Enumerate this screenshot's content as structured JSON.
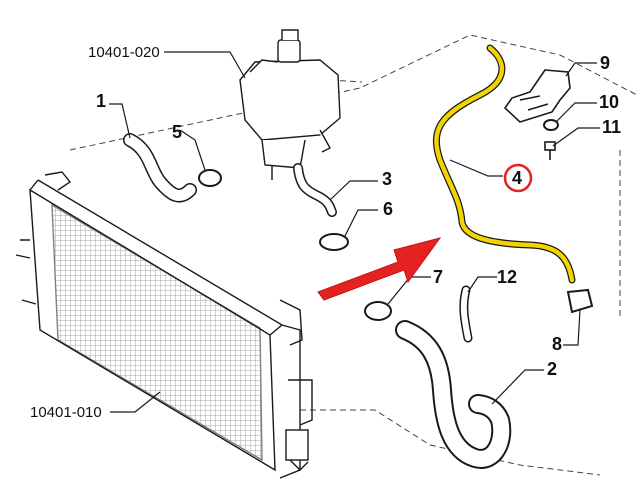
{
  "part_codes": {
    "reservoir": "10401-020",
    "radiator": "10401-010"
  },
  "callouts": {
    "c1": "1",
    "c2": "2",
    "c3": "3",
    "c4": "4",
    "c5": "5",
    "c6": "6",
    "c7": "7",
    "c8": "8",
    "c9": "9",
    "c10": "10",
    "c11": "11",
    "c12": "12"
  },
  "colors": {
    "highlight_hose": "#f2d400",
    "highlight_circle": "#e52222",
    "arrow": "#e52222",
    "line": "#1a1a1a",
    "dash": "#444444"
  }
}
